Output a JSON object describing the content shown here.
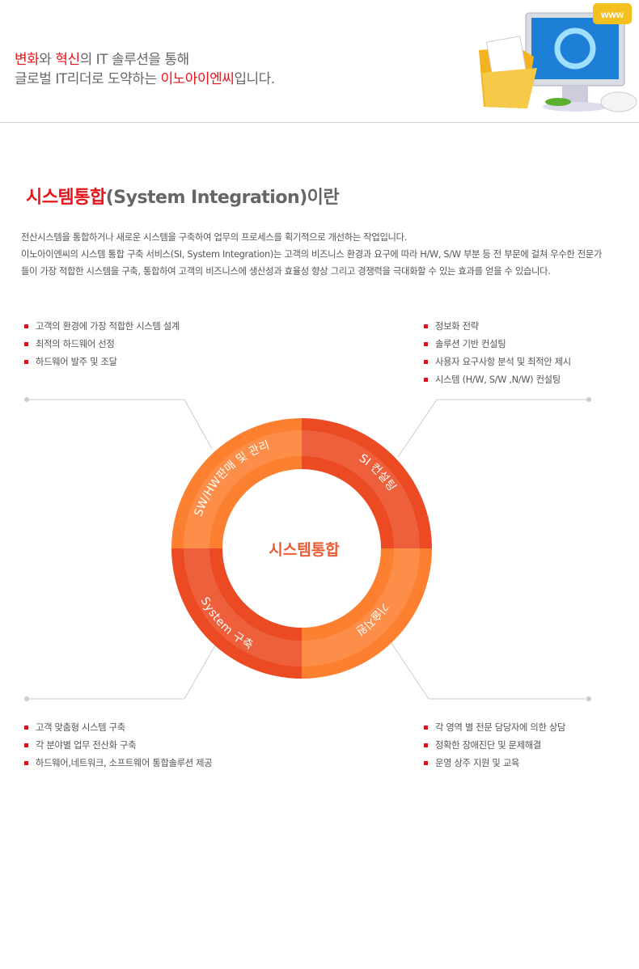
{
  "header": {
    "line1": [
      {
        "t": "변화",
        "red": true
      },
      {
        "t": "와 ",
        "red": false
      },
      {
        "t": "혁신",
        "red": true
      },
      {
        "t": "의 IT 솔루션을 통해",
        "red": false
      }
    ],
    "line2": [
      {
        "t": "글로벌 IT리더로 도약하는 ",
        "red": false
      },
      {
        "t": "이노아이엔씨",
        "red": true
      },
      {
        "t": "입니다.",
        "red": false
      }
    ],
    "badge": "www"
  },
  "title": {
    "highlight": "시스템통합",
    "rest": "(System Integration)이란"
  },
  "description": [
    "전산시스템을 통합하거나 새로운 시스템을 구축하여 업무의 프로세스를 획기적으로 개선하는 작업입니다.",
    "이노아이엔씨의 시스템 통합 구축 서비스(SI, System Integration)는 고객의 비즈니스 환경과 요구에 따라 H/W, S/W 부분 등 전 부문에 걸쳐 우수한 전문가들이 가장 적합한 시스템을 구축, 통합하여 고객의 비즈니스에 생산성과 효율성 향상 그리고 경쟁력을 극대화할 수 있는 효과를 얻을 수 있습니다."
  ],
  "diagram": {
    "center": "시스템통합",
    "segments": [
      "SW/HW판매 및 관리",
      "SI 컨설팅",
      "기술지원",
      "System 구축"
    ],
    "colors": {
      "orange": "#fd7f30",
      "red": "#ec4a22",
      "center_text": "#ec5a34"
    }
  },
  "lists": {
    "top_left": [
      "고객의 환경에 가장 적합한 시스템 설계",
      "최적의 하드웨어 선정",
      "하드웨어 발주 및 조달"
    ],
    "top_right": [
      "정보화 전략",
      "솔루션 기반 컨설팅",
      "사용자 요구사항 분석 및 최적안 제시",
      "시스템 (H/W, S/W ,N/W) 컨설팅"
    ],
    "bottom_left": [
      "고객 맞춤형 시스템 구축",
      "각 분야별 업무 전산화 구축",
      "하드웨어,네트워크, 소프트웨어 통합솔루션 제공"
    ],
    "bottom_right": [
      "각 영역 별 전문 담당자에 의한 상담",
      "정확한 장애진단 및 문제해결",
      "운영 상주 지원 및 교육"
    ]
  }
}
